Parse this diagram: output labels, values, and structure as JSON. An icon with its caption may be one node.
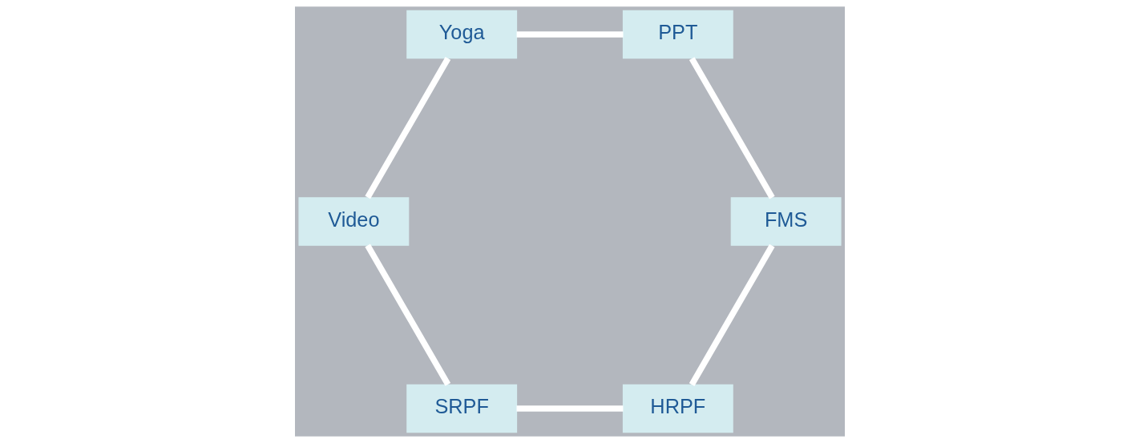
{
  "diagram": {
    "nodes": [
      {
        "text": [
          "HRPF"
        ]
      },
      {
        "text": [
          "FMS"
        ]
      },
      {
        "text": [
          "SRPF"
        ]
      },
      {
        "text": [
          "PPT"
        ]
      },
      {
        "text": [
          "Video"
        ]
      },
      {
        "text": [
          "Yoga"
        ]
      }
    ],
    "edges": [
      {
        "from": 0,
        "to": 2,
        "arrow": "none"
      },
      {
        "from": 2,
        "to": 4,
        "arrow": "none"
      },
      {
        "from": 4,
        "to": 5,
        "arrow": "none"
      },
      {
        "from": 5,
        "to": 3,
        "arrow": "none"
      },
      {
        "from": 3,
        "to": 1,
        "arrow": "none"
      },
      {
        "from": 1,
        "to": 0,
        "arrow": "none"
      }
    ]
  }
}
